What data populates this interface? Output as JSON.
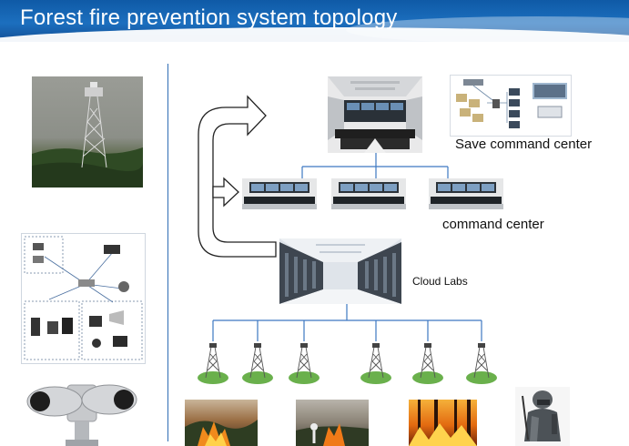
{
  "title": "Forest fire prevention system topology",
  "labels": {
    "save_command_center": "Save command center",
    "command_center": "command center",
    "cloud_labs": "Cloud Labs"
  },
  "colors": {
    "header_blue": "#1c6fbf",
    "line_blue": "#3d78c2",
    "tower_green": "#6ab04c"
  }
}
